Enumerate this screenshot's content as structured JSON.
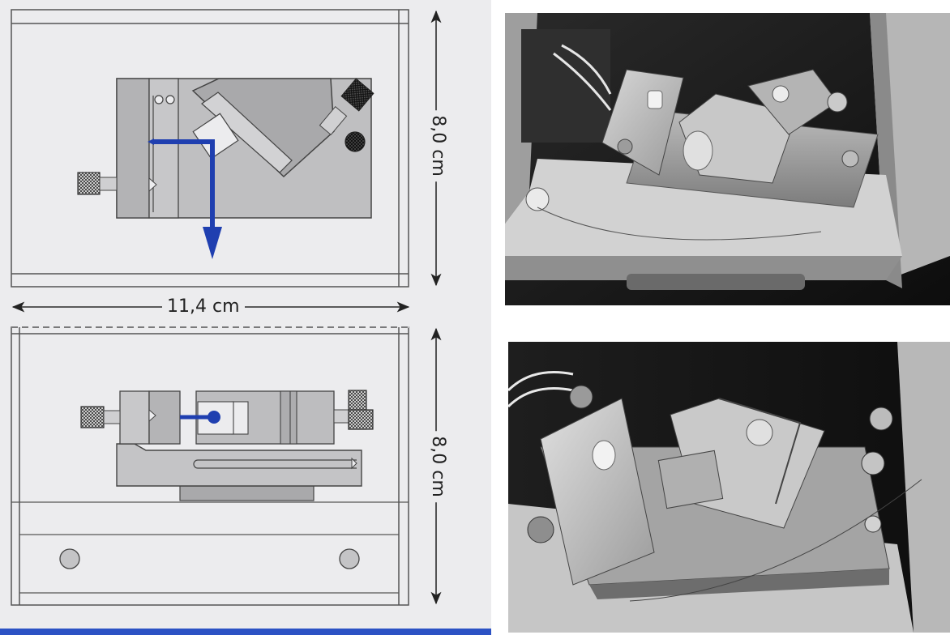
{
  "dimensions": {
    "height_top": "8,0 cm",
    "width": "11,4 cm",
    "height_bottom": "8,0 cm"
  },
  "colors": {
    "panel_background": "#ececee",
    "beam": "#1f3fb0",
    "metal_light": "#c9c9cb",
    "metal_mid": "#a9a9ab",
    "bottom_band": "#2c52c4"
  },
  "photos": [
    {
      "name": "photo-top-view",
      "subject": "aluminum mount with angled prism holder, top view"
    },
    {
      "name": "photo-side-view",
      "subject": "aluminum mount with angled prism holder, side view"
    }
  ]
}
